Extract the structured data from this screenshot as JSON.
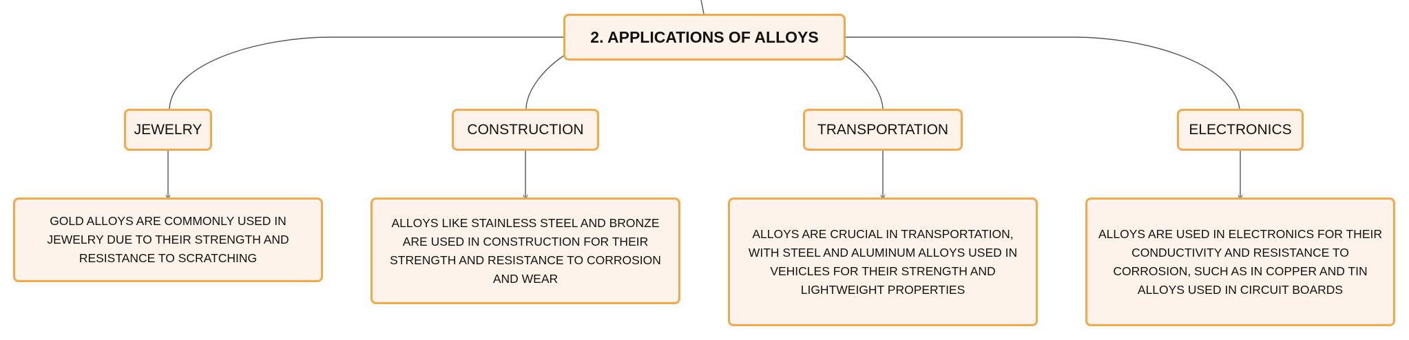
{
  "root": {
    "title": "2. APPLICATIONS OF ALLOYS"
  },
  "categories": [
    {
      "name": "JEWELRY",
      "description": "GOLD ALLOYS ARE COMMONLY USED IN JEWELRY DUE TO THEIR STRENGTH AND RESISTANCE TO SCRATCHING"
    },
    {
      "name": "CONSTRUCTION",
      "description": "ALLOYS LIKE STAINLESS STEEL AND BRONZE ARE USED IN CONSTRUCTION FOR THEIR STRENGTH AND RESISTANCE TO CORROSION AND WEAR"
    },
    {
      "name": "TRANSPORTATION",
      "description": "ALLOYS ARE CRUCIAL IN TRANSPORTATION, WITH STEEL AND ALUMINUM ALLOYS USED IN VEHICLES FOR THEIR STRENGTH AND LIGHTWEIGHT PROPERTIES"
    },
    {
      "name": "ELECTRONICS",
      "description": "ALLOYS ARE USED IN ELECTRONICS FOR THEIR CONDUCTIVITY AND RESISTANCE TO CORROSION, SUCH AS IN COPPER AND TIN ALLOYS USED IN CIRCUIT BOARDS"
    }
  ],
  "colors": {
    "node_border": "#f3a94a",
    "node_fill": "#fdf3ea",
    "connector": "#555555",
    "text": "#111111"
  }
}
